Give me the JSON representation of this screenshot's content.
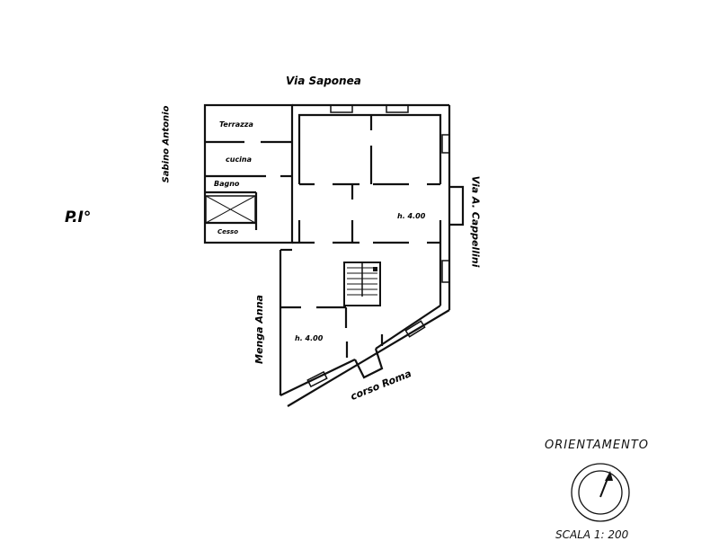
{
  "title": "P.I°",
  "streets": {
    "north": "Via Saponea",
    "west": "Sabino Antonio",
    "east": "Via A. Cappellini",
    "south": "corso Roma",
    "southwest": "Menga Anna"
  },
  "rooms": {
    "terrace": "Terrazza",
    "kitchen": "cucina",
    "bathroom": "Bagno",
    "toilet": "Cesso"
  },
  "heights": [
    "h. 4.00",
    "h. 4.00"
  ],
  "orientation_label": "ORIENTAMENTO",
  "scale_label": "SCALA 1: 200"
}
